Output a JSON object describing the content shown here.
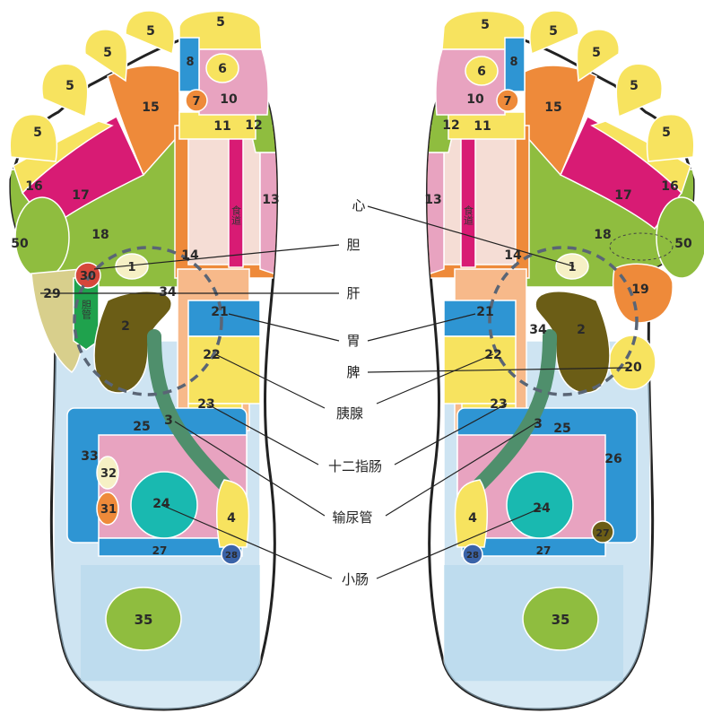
{
  "colors": {
    "yellow": "#f7e35f",
    "pink": "#e8a3c0",
    "magenta": "#d81b74",
    "orange": "#ee8a3a",
    "green": "#8fbd3f",
    "olive": "#6b5d16",
    "blue": "#2e95d3",
    "teal": "#19b9b0",
    "lightblue": "#aed3ea",
    "peach": "#f7b98a",
    "cream": "#f6f0c5",
    "khaki": "#d8cf8c",
    "darkgreen": "#4f8f6c",
    "red": "#d6473b",
    "emerald": "#1fa24d",
    "navy": "#3a63a8"
  },
  "left_foot": {
    "toe_labels": [
      "5",
      "5",
      "5",
      "5",
      "5"
    ],
    "r8": "8",
    "r6": "6",
    "r7": "7",
    "r10": "10",
    "r11": "11",
    "r12": "12",
    "r15": "15",
    "r16": "16",
    "r17": "17",
    "r18": "18",
    "r50": "50",
    "r13": "13",
    "r14": "14",
    "r1": "1",
    "r30": "30",
    "r29": "29",
    "r34": "34",
    "r2": "2",
    "r21": "21",
    "r22": "22",
    "r23": "23",
    "r3": "3",
    "r25": "25",
    "r33": "33",
    "r32": "32",
    "r31": "31",
    "r24": "24",
    "r4": "4",
    "r27": "27",
    "r28": "28",
    "r35": "35",
    "esophagus": "食道",
    "bile_duct": "胆管"
  },
  "right_foot": {
    "toe_labels": [
      "5",
      "5",
      "5",
      "5",
      "5"
    ],
    "r8": "8",
    "r6": "6",
    "r7": "7",
    "r10": "10",
    "r11": "11",
    "r12": "12",
    "r15": "15",
    "r16": "16",
    "r17": "17",
    "r18": "18",
    "r50": "50",
    "r13": "13",
    "r14": "14",
    "r1": "1",
    "r19": "19",
    "r20": "20",
    "r34": "34",
    "r2": "2",
    "r21": "21",
    "r22": "22",
    "r23": "23",
    "r3": "3",
    "r25": "25",
    "r26": "26",
    "r24": "24",
    "r4": "4",
    "r27": "27",
    "r28": "28",
    "r35": "35",
    "esophagus": "食道"
  },
  "center_labels": {
    "heart": "心",
    "gallbladder": "胆",
    "liver": "肝",
    "stomach": "胃",
    "spleen": "脾",
    "pancreas": "胰腺",
    "duodenum": "十二指肠",
    "ureter": "输尿管",
    "small_intestine": "小肠"
  }
}
